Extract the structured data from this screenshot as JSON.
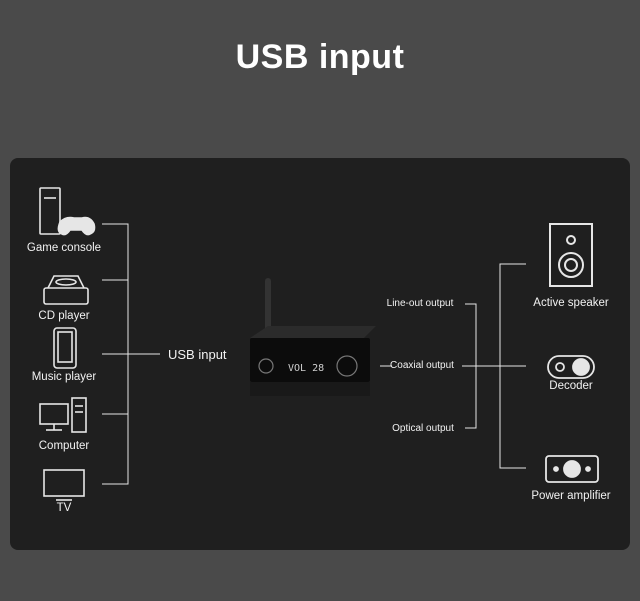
{
  "title": "USB input",
  "center_label": "USB input",
  "inputs": [
    {
      "label": "Game console",
      "icon": "game-console-icon"
    },
    {
      "label": "CD player",
      "icon": "cd-player-icon"
    },
    {
      "label": "Music player",
      "icon": "music-player-icon"
    },
    {
      "label": "Computer",
      "icon": "computer-icon"
    },
    {
      "label": "TV",
      "icon": "tv-icon"
    }
  ],
  "outputs": [
    {
      "label": "Line-out output"
    },
    {
      "label": "Coaxial output"
    },
    {
      "label": "Optical output"
    }
  ],
  "targets": [
    {
      "label": "Active speaker",
      "icon": "speaker-icon"
    },
    {
      "label": "Decoder",
      "icon": "decoder-icon"
    },
    {
      "label": "Power amplifier",
      "icon": "power-amplifier-icon"
    }
  ],
  "device_display": "VOL 28",
  "colors": {
    "background": "#4a4a4a",
    "panel": "#1f1f1f",
    "line": "#e6e6e6",
    "text": "#ffffff"
  }
}
